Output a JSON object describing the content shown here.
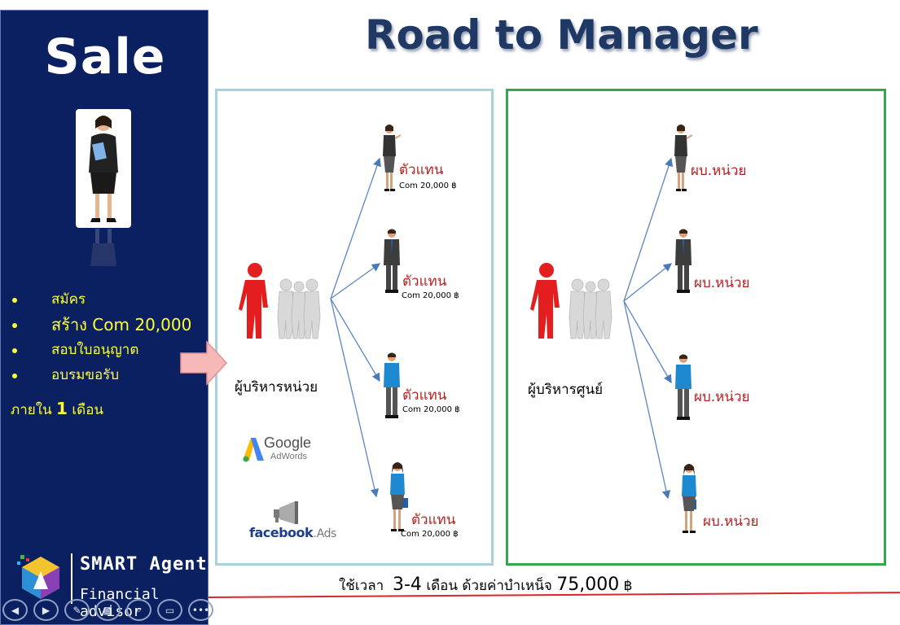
{
  "sidebar": {
    "title": "Sale",
    "bullets": [
      "สมัคร",
      "สร้าง Com 20,000",
      "สอบใบอนุญาต",
      "อบรมขอรับ"
    ],
    "within_prefix": "ภายใน",
    "within_number": "1",
    "within_suffix": "เดือน"
  },
  "logo": {
    "name": "SMART  Agent",
    "subtitle": "Financial advisor"
  },
  "main_title": "Road to Manager",
  "left_panel": {
    "manager_label": "ผู้บริหารหน่วย",
    "agents": [
      {
        "role": "ตัวแทน",
        "com": "Com 20,000 ฿"
      },
      {
        "role": "ตัวแทน",
        "com": "Com 20,000 ฿"
      },
      {
        "role": "ตัวแทน",
        "com": "Com 20,000 ฿"
      },
      {
        "role": "ตัวแทน",
        "com": "Com 20,000 ฿"
      }
    ],
    "google_brand": "Google",
    "google_product": "AdWords",
    "facebook_brand": "facebook",
    "facebook_product": "Ads"
  },
  "right_panel": {
    "manager_label": "ผู้บริหารศูนย์",
    "units": [
      {
        "role": "ผบ.หน่วย"
      },
      {
        "role": "ผบ.หน่วย"
      },
      {
        "role": "ผบ.หน่วย"
      },
      {
        "role": "ผบ.หน่วย"
      }
    ]
  },
  "footer": {
    "prefix": "ใช้เวลา",
    "duration": "3-4",
    "middle": "เดือน ด้วยค่าบำเหน็จ",
    "amount": "75,000",
    "currency": "฿"
  },
  "controls": [
    "prev-icon",
    "next-icon",
    "pen-icon",
    "slides-icon",
    "zoom-icon",
    "subtitles-icon",
    "more-icon"
  ],
  "colors": {
    "sidebar": "#0b2060",
    "accent_yellow": "#ffff33",
    "role_red": "#b62020",
    "panel_green": "#2eaa4c",
    "panel_blue": "#a9d0db"
  }
}
